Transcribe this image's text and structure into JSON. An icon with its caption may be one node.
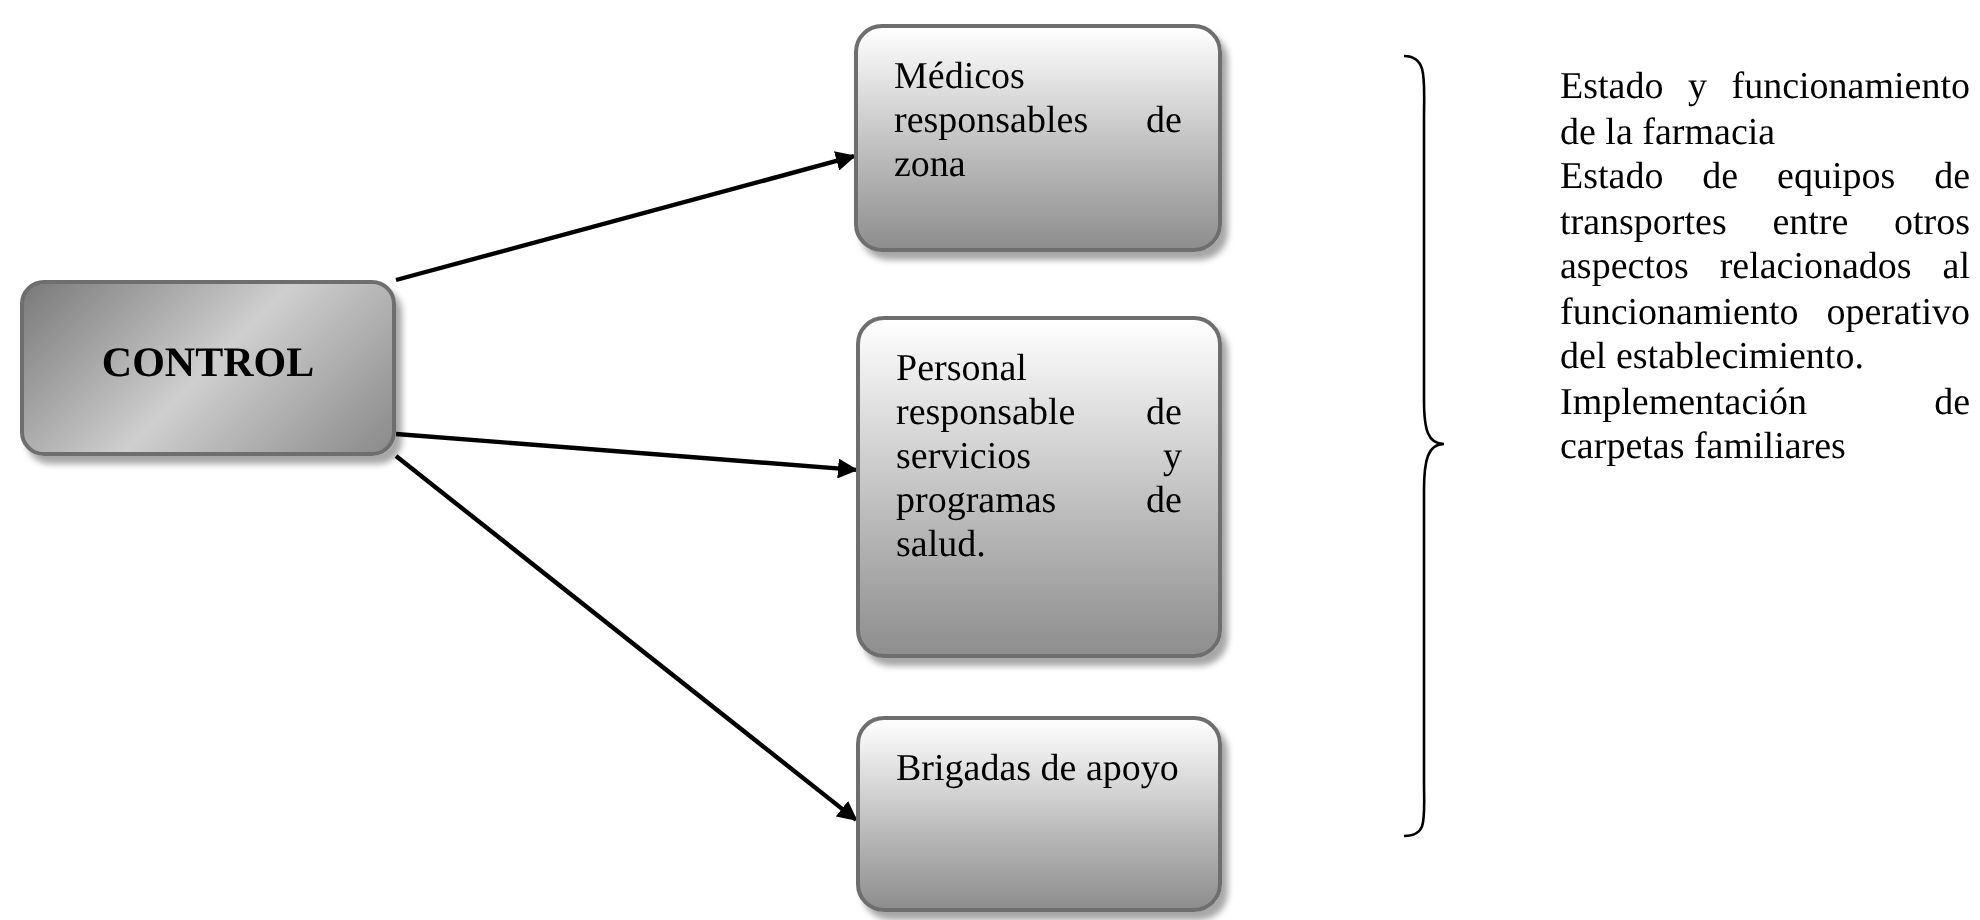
{
  "diagram": {
    "nodes": [
      {
        "text": [
          "CONTROL"
        ]
      },
      {
        "text": [
          "Médicos responsables de zona"
        ]
      },
      {
        "text": [
          "Personal responsable de servicios y programas de salud."
        ]
      },
      {
        "text": [
          "Brigadas de apoyo"
        ]
      }
    ],
    "edges": [
      {
        "from": 0,
        "to": 1,
        "arrow": "to"
      },
      {
        "from": 0,
        "to": 2,
        "arrow": "to"
      },
      {
        "from": 0,
        "to": 3,
        "arrow": "to"
      }
    ],
    "labels": [
      "Estado y funcionamiento de la farmacia",
      "Estado de equipos de transportes entre otros aspectos relacionados al funcionamiento operativo del establecimiento.",
      "Implementación de carpetas familiares"
    ]
  }
}
